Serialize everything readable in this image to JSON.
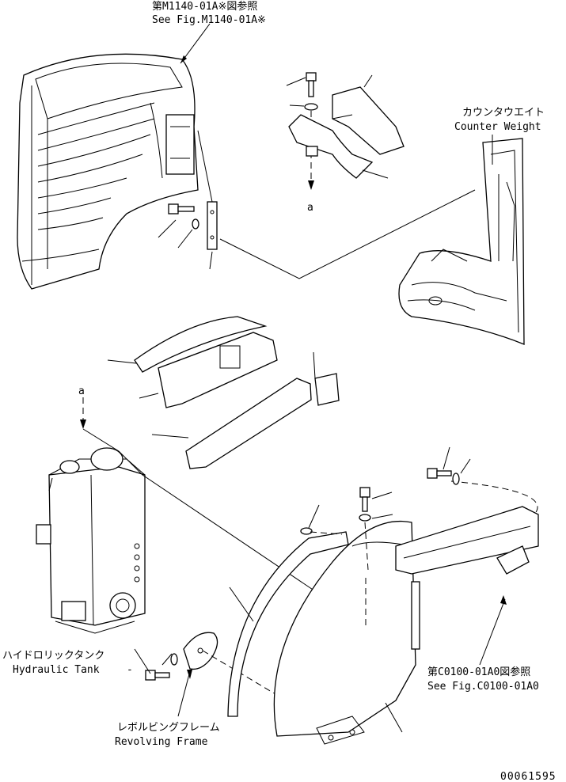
{
  "references": {
    "top_ref_jp": "第M1140-01A※図参照",
    "top_ref_en": "See Fig.M1140-01A※",
    "bottom_ref_jp": "第C0100-01A0図参照",
    "bottom_ref_en": "See Fig.C0100-01A0"
  },
  "labels": {
    "counterweight_jp": "カウンタウエイト",
    "counterweight_en": "Counter Weight",
    "hydraulic_tank_jp": "ハイドロリックタンク",
    "hydraulic_tank_en": "Hydraulic Tank",
    "revolving_frame_jp": "レボルビングフレーム",
    "revolving_frame_en": "Revolving Frame",
    "detail_a_upper": "a",
    "detail_a_lower": "a",
    "dash_mark": "-"
  },
  "drawing_number": "00061595"
}
